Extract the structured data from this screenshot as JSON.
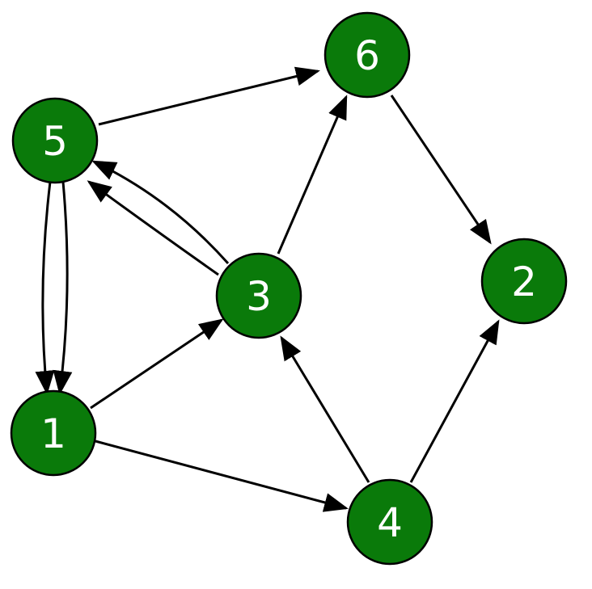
{
  "colors": {
    "node_fill": "#0a7a0a",
    "node_stroke": "#000000",
    "edge": "#000000",
    "label": "#ffffff"
  },
  "nodes": [
    {
      "id": "5",
      "label": "5"
    },
    {
      "id": "6",
      "label": "6"
    },
    {
      "id": "3",
      "label": "3"
    },
    {
      "id": "2",
      "label": "2"
    },
    {
      "id": "1",
      "label": "1"
    },
    {
      "id": "4",
      "label": "4"
    }
  ],
  "edges": [
    {
      "from": "5",
      "to": "6"
    },
    {
      "from": "3",
      "to": "6"
    },
    {
      "from": "6",
      "to": "2"
    },
    {
      "from": "3",
      "to": "5"
    },
    {
      "from": "3",
      "to": "5"
    },
    {
      "from": "5",
      "to": "1"
    },
    {
      "from": "5",
      "to": "1"
    },
    {
      "from": "1",
      "to": "3"
    },
    {
      "from": "1",
      "to": "4"
    },
    {
      "from": "4",
      "to": "3"
    },
    {
      "from": "4",
      "to": "2"
    }
  ]
}
